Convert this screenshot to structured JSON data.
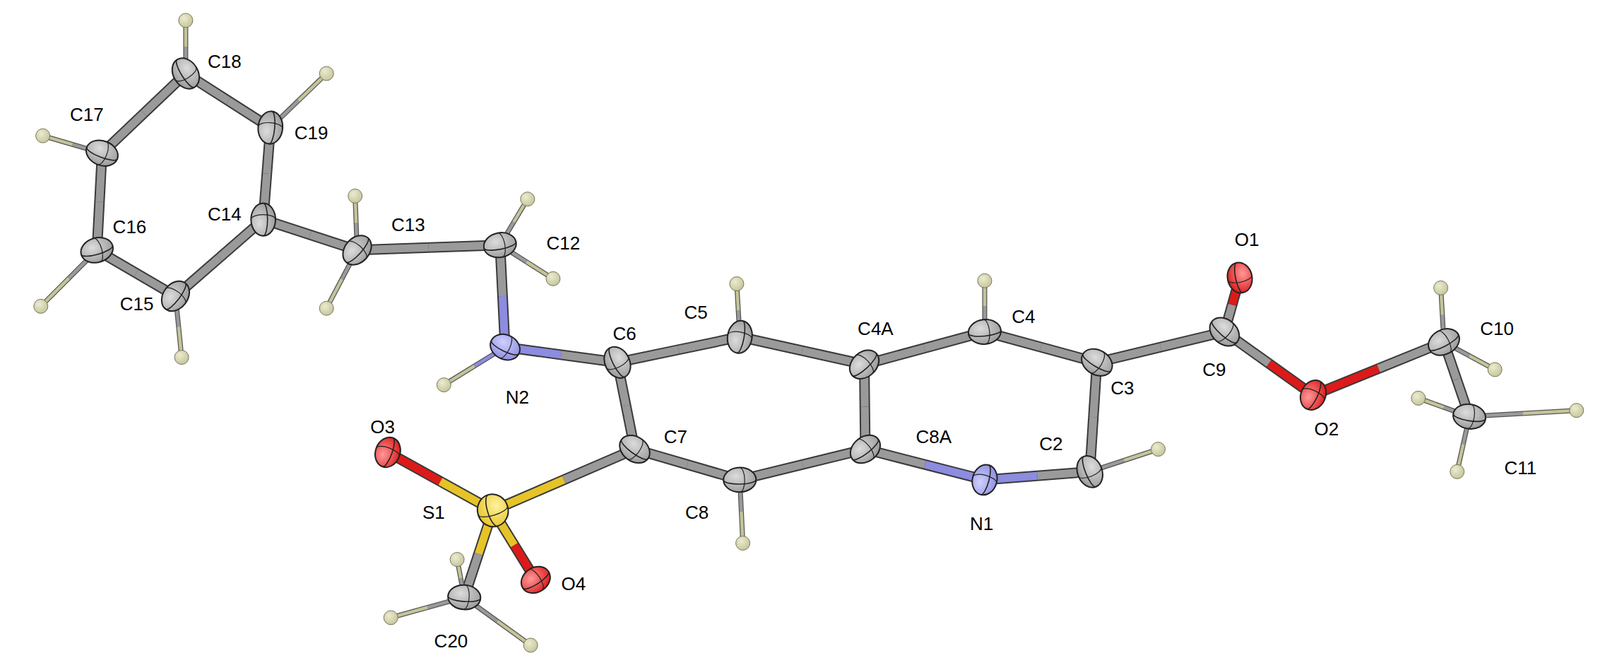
{
  "diagram": {
    "labels": [
      "C18",
      "C17",
      "C19",
      "C16",
      "C14",
      "C13",
      "C12",
      "O1",
      "C15",
      "C5",
      "C4A",
      "C4",
      "C10",
      "C6",
      "C9",
      "N2",
      "C3",
      "O2",
      "C11",
      "O3",
      "C7",
      "C8A",
      "S1",
      "C8",
      "N1",
      "C2",
      "O4",
      "C20"
    ]
  }
}
